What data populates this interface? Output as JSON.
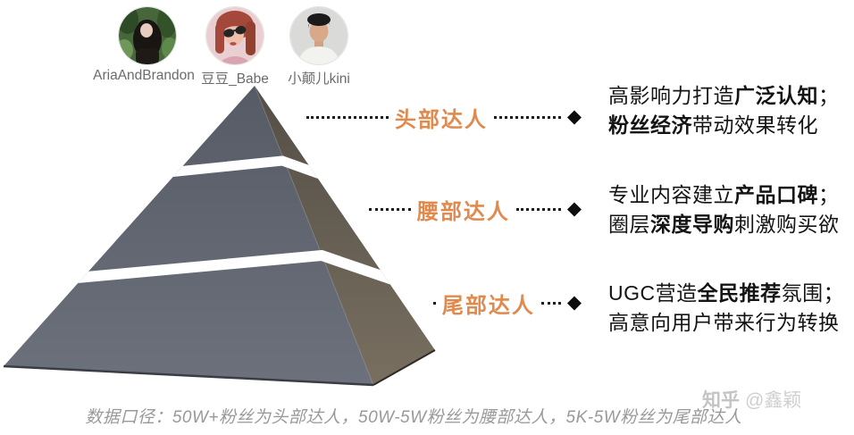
{
  "influencers": {
    "items": [
      {
        "name": "AriaAndBrandon",
        "avatar_icon": "girl-forest-avatar"
      },
      {
        "name": "豆豆_Babe",
        "avatar_icon": "girl-sunglasses-avatar"
      },
      {
        "name": "小颠儿kini",
        "avatar_icon": "young-man-avatar"
      }
    ]
  },
  "pyramid": {
    "diamond_marker": "◆",
    "colors": {
      "front_top": "#565b66",
      "front_bottom": "#6c717c",
      "side_top": "#544e46",
      "side_bottom": "#786f60",
      "gap": "#ffffff",
      "label_accent": "#e18a4e"
    },
    "tiers": [
      {
        "label": "头部达人",
        "desc_lines": [
          [
            {
              "t": "高影响力打造",
              "b": 0
            },
            {
              "t": "广泛认知",
              "b": 1
            },
            {
              "t": "；",
              "b": 0
            }
          ],
          [
            {
              "t": "粉丝经济",
              "b": 1
            },
            {
              "t": "带动效果转化",
              "b": 0
            }
          ]
        ]
      },
      {
        "label": "腰部达人",
        "desc_lines": [
          [
            {
              "t": "专业内容建立",
              "b": 0
            },
            {
              "t": "产品口碑",
              "b": 1
            },
            {
              "t": "；",
              "b": 0
            }
          ],
          [
            {
              "t": "圈层",
              "b": 0
            },
            {
              "t": "深度导购",
              "b": 1
            },
            {
              "t": "刺激购买欲",
              "b": 0
            }
          ]
        ]
      },
      {
        "label": "尾部达人",
        "desc_lines": [
          [
            {
              "t": "UGC营造",
              "b": 0
            },
            {
              "t": "全民推荐",
              "b": 1
            },
            {
              "t": "氛围；",
              "b": 0
            }
          ],
          [
            {
              "t": "高意向用户带来行为转换",
              "b": 0
            }
          ]
        ]
      }
    ]
  },
  "footnote": "数据口径：50W+粉丝为头部达人，50W-5W粉丝为腰部达人，5K-5W粉丝为尾部达人",
  "watermark": {
    "brand": "知乎",
    "handle": "@鑫颖"
  }
}
